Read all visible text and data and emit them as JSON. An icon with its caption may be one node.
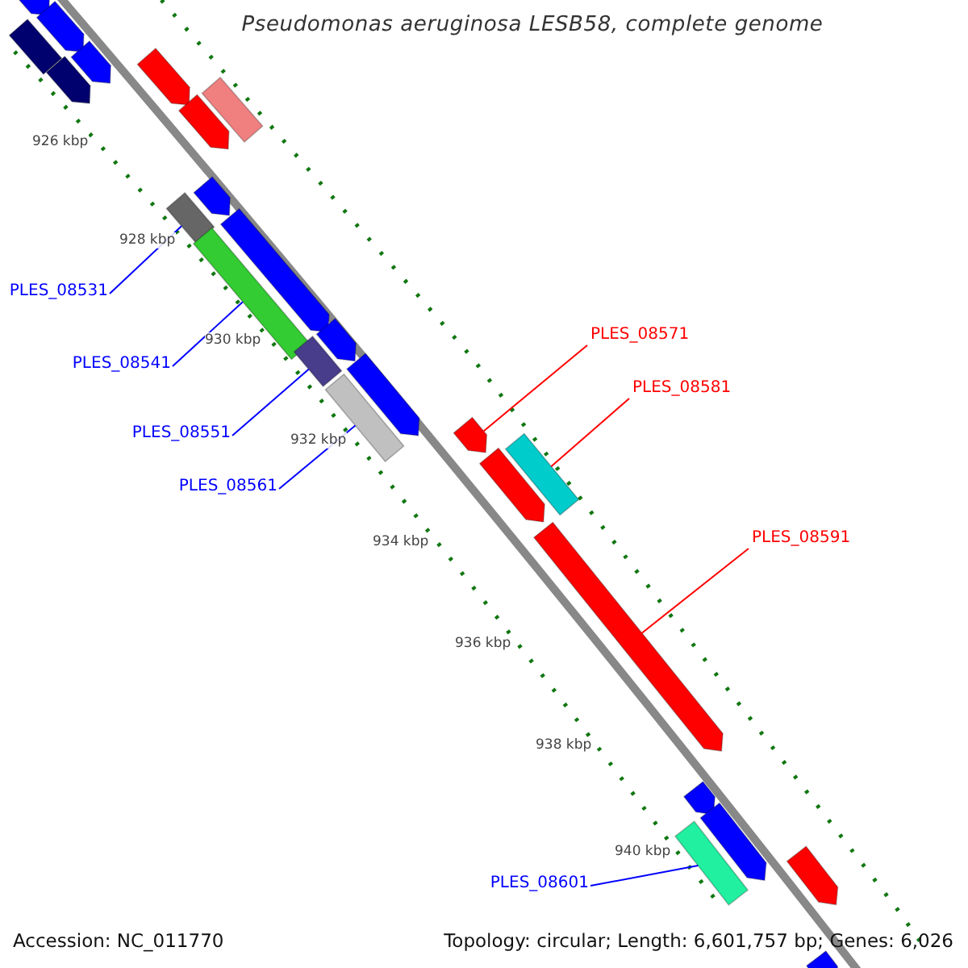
{
  "diagram": {
    "title": "Pseudomonas aeruginosa LESB58, complete genome",
    "nodes": [
      {
        "text": [
          "PLES_08531"
        ]
      },
      {
        "text": [],
        "shape": "bar"
      },
      {
        "text": [
          "PLES_08541"
        ]
      },
      {
        "text": [],
        "shape": "bar"
      },
      {
        "text": [
          "PLES_08551"
        ]
      },
      {
        "text": [],
        "shape": "bar"
      },
      {
        "text": [
          "PLES_08561"
        ]
      },
      {
        "text": [],
        "shape": "bar"
      },
      {
        "text": [
          "PLES_08571"
        ]
      },
      {
        "text": [],
        "shape": "arrow"
      },
      {
        "text": [
          "PLES_08581"
        ]
      },
      {
        "text": [],
        "shape": "bar"
      },
      {
        "text": [
          "PLES_08591"
        ]
      },
      {
        "text": [],
        "shape": "arrow"
      },
      {
        "text": [
          "PLES_08601"
        ]
      },
      {
        "text": [],
        "shape": "bar"
      },
      {
        "text": [],
        "shape": "arrow"
      },
      {
        "text": [],
        "shape": "arrow"
      },
      {
        "text": [],
        "shape": "bar"
      },
      {
        "text": [],
        "shape": "arrow"
      },
      {
        "text": [],
        "shape": "arrow"
      },
      {
        "text": [],
        "shape": "arrow"
      },
      {
        "text": [],
        "shape": "arrow"
      },
      {
        "text": [],
        "shape": "bar"
      },
      {
        "text": [],
        "shape": "arrow"
      },
      {
        "text": [],
        "shape": "arrow"
      },
      {
        "text": [],
        "shape": "arrow"
      },
      {
        "text": [],
        "shape": "arrow"
      },
      {
        "text": [],
        "shape": "arrow"
      },
      {
        "text": [],
        "shape": "arrow"
      },
      {
        "text": [],
        "shape": "arrow"
      },
      {
        "text": [],
        "shape": "arrow"
      },
      {
        "text": [],
        "shape": "arrow"
      }
    ],
    "edges": [
      {
        "from": 0,
        "to": 1,
        "arrow": "none"
      },
      {
        "from": 2,
        "to": 3,
        "arrow": "none"
      },
      {
        "from": 4,
        "to": 5,
        "arrow": "none"
      },
      {
        "from": 6,
        "to": 7,
        "arrow": "none"
      },
      {
        "from": 8,
        "to": 9,
        "arrow": "none",
        "color": "#ff0000"
      },
      {
        "from": 10,
        "to": 11,
        "arrow": "none",
        "color": "#ff0000"
      },
      {
        "from": 12,
        "to": 13,
        "arrow": "none",
        "color": "#ff0000"
      },
      {
        "from": 14,
        "to": 15,
        "arrow": "none"
      }
    ],
    "labels": [
      "926 kbp",
      "928 kbp",
      "930 kbp",
      "932 kbp",
      "934 kbp",
      "936 kbp",
      "938 kbp",
      "940 kbp",
      "Accession: NC_011770",
      "Topology: circular; Length: 6,601,757 bp; Genes: 6,026"
    ]
  }
}
